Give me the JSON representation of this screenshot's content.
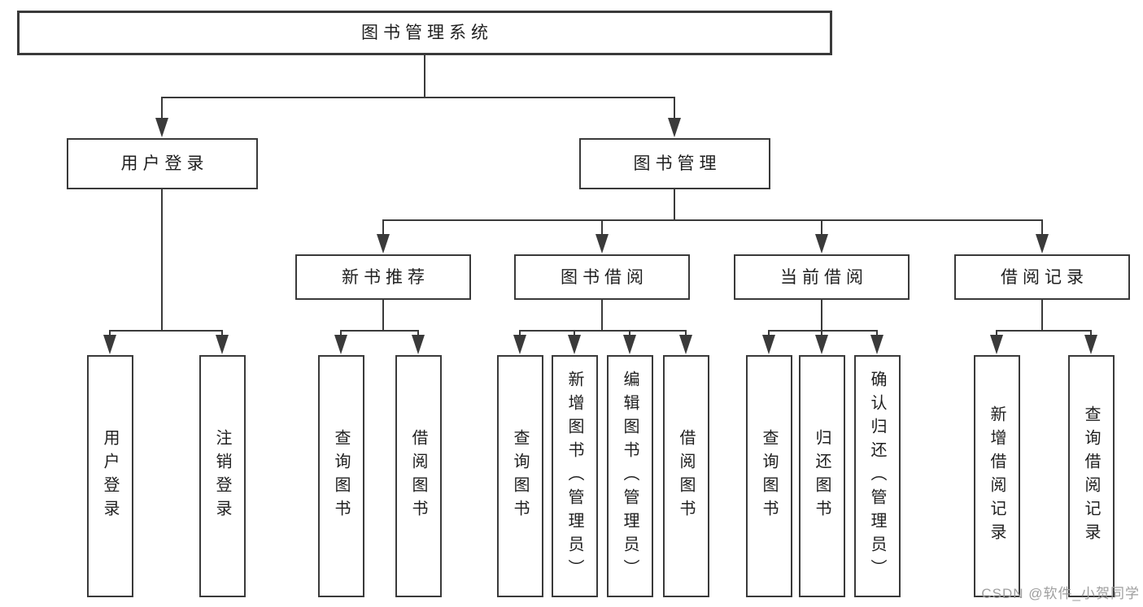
{
  "diagram": {
    "root": {
      "label": "图书管理系统"
    },
    "branches": [
      {
        "label": "用户登录"
      },
      {
        "label": "图书管理"
      }
    ],
    "modules": [
      {
        "label": "新书推荐"
      },
      {
        "label": "图书借阅"
      },
      {
        "label": "当前借阅"
      },
      {
        "label": "借阅记录"
      }
    ],
    "leaves": [
      {
        "label": "用户登录"
      },
      {
        "label": "注销登录"
      },
      {
        "label": "查询图书"
      },
      {
        "label": "借阅图书"
      },
      {
        "label": "查询图书"
      },
      {
        "label": "新增图书（管理员）"
      },
      {
        "label": "编辑图书（管理员）"
      },
      {
        "label": "借阅图书"
      },
      {
        "label": "查询图书"
      },
      {
        "label": "归还图书"
      },
      {
        "label": "确认归还（管理员）"
      },
      {
        "label": "新增借阅记录"
      },
      {
        "label": "查询借阅记录"
      }
    ]
  },
  "watermark": {
    "text": "CSDN @软件_小贺同学"
  },
  "colors": {
    "line": "#3a3a3a",
    "text": "#1f1f1f",
    "watermark": "#9e9e9e",
    "background": "#ffffff"
  }
}
